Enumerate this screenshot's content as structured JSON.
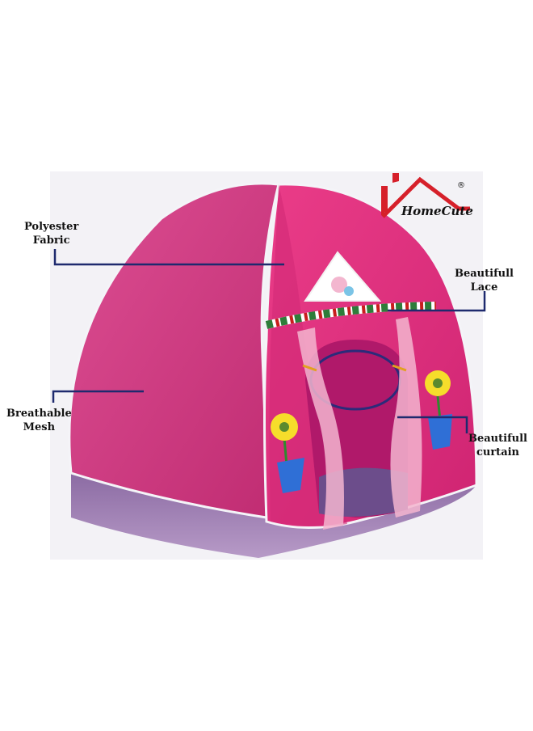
{
  "brand": {
    "name": "HomeCute",
    "registered_mark": "®"
  },
  "callouts": {
    "polyester": {
      "line1": "Polyester",
      "line2": "Fabric"
    },
    "lace": {
      "line1": "Beautifull",
      "line2": "Lace"
    },
    "mesh": {
      "line1": "Breathable",
      "line2": "Mesh"
    },
    "curtain": {
      "line1": "Beautifull",
      "line2": "curtain"
    }
  },
  "colors": {
    "tent_pink": "#e0337f",
    "tent_pink_dark": "#b51a62",
    "mesh_pink": "#d63a86",
    "floor_purple": "#8a6aa0",
    "callout_line": "#1e2a6e",
    "logo_red": "#d6202a"
  }
}
